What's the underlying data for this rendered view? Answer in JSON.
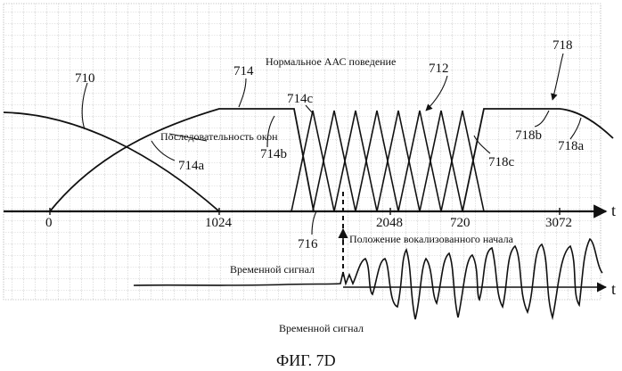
{
  "figure": {
    "caption": "ФИГ. 7D",
    "aac_behavior_label": "Нормальное ААС поведение",
    "window_sequence_label": "Последовательность окон",
    "voiced_onset_label": "Положение вокализованного начала",
    "time_signal_inline_label": "Временной сигнал",
    "time_signal_bottom_label": "Временной сигнал",
    "axis_time_symbol": "t",
    "signal_time_symbol": "t"
  },
  "axis_ticks": [
    "0",
    "1024",
    "2048",
    "720",
    "3072"
  ],
  "reference_numerals": {
    "n710": "710",
    "n714": "714",
    "n712": "712",
    "n718": "718",
    "n714c": "714c",
    "n714a": "714a",
    "n714b": "714b",
    "n718b": "718b",
    "n718a": "718a",
    "n718c": "718c",
    "n716": "716"
  },
  "colors": {
    "grid": "#8a8a8a",
    "line": "#111111",
    "background": "#ffffff"
  }
}
